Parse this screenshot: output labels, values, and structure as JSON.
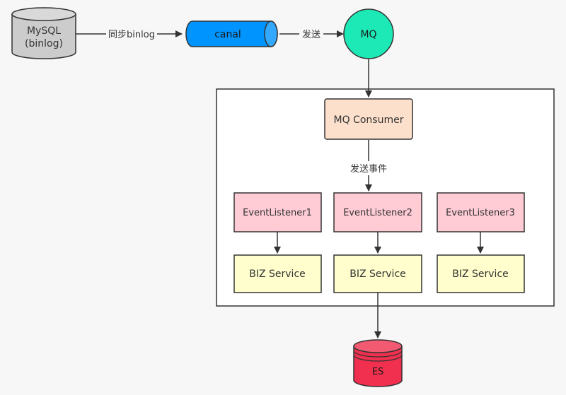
{
  "nodes": {
    "mysql": {
      "line1": "MySQL",
      "line2": "(binlog)"
    },
    "canal": {
      "label": "canal"
    },
    "mq": {
      "label": "MQ"
    },
    "mq_consumer": {
      "label": "MQ Consumer"
    },
    "listener1": {
      "label": "EventListener1"
    },
    "listener2": {
      "label": "EventListener2"
    },
    "listener3": {
      "label": "EventListener3"
    },
    "biz1": {
      "label": "BIZ Service"
    },
    "biz2": {
      "label": "BIZ Service"
    },
    "biz3": {
      "label": "BIZ Service"
    },
    "es": {
      "label": "ES"
    }
  },
  "edges": {
    "mysql_canal": {
      "label": "同步binlog"
    },
    "canal_mq": {
      "label": "发送"
    },
    "consumer_listener": {
      "label": "发送事件"
    }
  },
  "colors": {
    "mysql_fill": "#cccccc",
    "canal_fill": "#0094ff",
    "mq_fill": "#1de9b6",
    "consumer_fill": "#fce0cc",
    "listener_fill": "#ffccd5",
    "biz_fill": "#fffecc",
    "es_fill": "#f0304e",
    "stroke": "#333333"
  }
}
